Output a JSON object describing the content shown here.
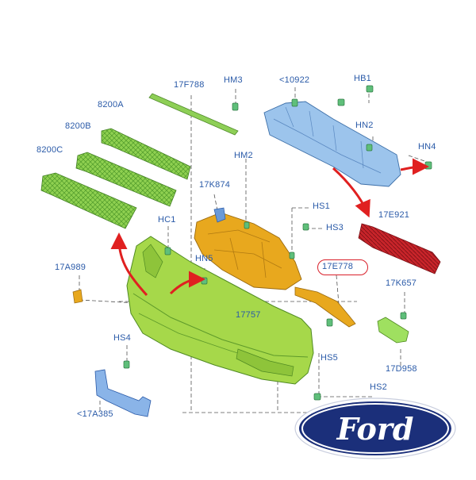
{
  "diagram": {
    "labels": {
      "p17F788": "17F788",
      "hm3": "HM3",
      "p10922": "<10922",
      "hb1": "HB1",
      "p8200A": "8200A",
      "p8200B": "8200B",
      "p8200C": "8200C",
      "hm2": "HM2",
      "hn2": "HN2",
      "hn4": "HN4",
      "p17K874": "17K874",
      "hs1": "HS1",
      "p17E921": "17E921",
      "hc1": "HC1",
      "hs3": "HS3",
      "p17E778": "17E778",
      "p17A989": "17A989",
      "hn5": "HN5",
      "p17K657": "17K657",
      "p17757": "17757",
      "hs4": "HS4",
      "hs5": "HS5",
      "p17D958": "17D958",
      "hs2": "HS2",
      "p17A385": "<17A385"
    },
    "highlighted_part": "17E778",
    "colors": {
      "label_blue": "#2a5aa8",
      "bumper_green": "#a6d84a",
      "grille_green": "#8fd050",
      "shield_orange": "#e8a81e",
      "beam_blue": "#9cc4ec",
      "absorber_red": "#c8242a",
      "arrow_red": "#e02020",
      "ford_navy": "#1b2f7a"
    }
  },
  "logo": {
    "text": "Ford"
  }
}
